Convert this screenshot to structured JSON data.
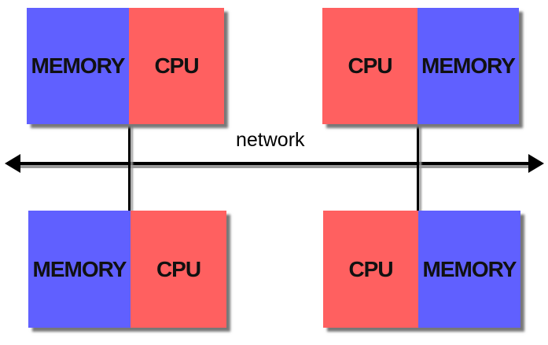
{
  "network_label": "network",
  "colors": {
    "memory": "#6060ff",
    "cpu": "#ff6060",
    "line": "#000000"
  },
  "nodes": [
    {
      "position": "top-left",
      "cells": [
        "MEMORY",
        "CPU"
      ]
    },
    {
      "position": "top-right",
      "cells": [
        "CPU",
        "MEMORY"
      ]
    },
    {
      "position": "bottom-left",
      "cells": [
        "MEMORY",
        "CPU"
      ]
    },
    {
      "position": "bottom-right",
      "cells": [
        "CPU",
        "MEMORY"
      ]
    }
  ]
}
